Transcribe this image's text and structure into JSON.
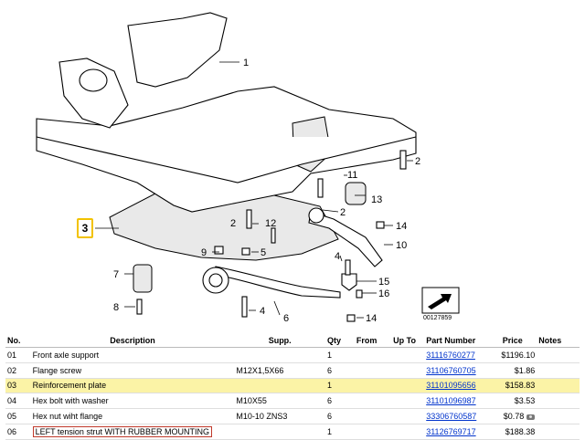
{
  "diagram": {
    "callouts": [
      "1",
      "2",
      "2",
      "2",
      "3",
      "4",
      "4",
      "5",
      "6",
      "7",
      "8",
      "9",
      "10",
      "11",
      "12",
      "13",
      "14",
      "14",
      "15",
      "16"
    ],
    "reference_number": "00127859"
  },
  "table": {
    "headers": {
      "no": "No.",
      "description": "Description",
      "supp": "Supp.",
      "qty": "Qty",
      "from": "From",
      "upto": "Up To",
      "part_number": "Part Number",
      "price": "Price",
      "notes": "Notes"
    },
    "rows": [
      {
        "no": "01",
        "description": "Front axle support",
        "supp": "",
        "qty": "1",
        "part_number": "31116760277",
        "price": "$1196.10",
        "highlight": false
      },
      {
        "no": "02",
        "description": "Flange screw",
        "supp": "M12X1,5X66",
        "qty": "6",
        "part_number": "31106760705",
        "price": "$1.86",
        "highlight": false
      },
      {
        "no": "03",
        "description": "Reinforcement plate",
        "supp": "",
        "qty": "1",
        "part_number": "31101095656",
        "price": "$158.83",
        "highlight": true
      },
      {
        "no": "04",
        "description": "Hex bolt with washer",
        "supp": "M10X55",
        "qty": "6",
        "part_number": "31101096987",
        "price": "$3.53",
        "highlight": false
      },
      {
        "no": "05",
        "description": "Hex nut wiht flange",
        "supp": "M10-10 ZNS3",
        "qty": "6",
        "part_number": "33306760587",
        "price": "$0.78",
        "highlight": false
      },
      {
        "no": "06",
        "description": "LEFT tension strut WITH RUBBER MOUNTING",
        "supp": "",
        "qty": "1",
        "part_number": "31126769717",
        "price": "$188.38",
        "highlight": false
      }
    ]
  },
  "colors": {
    "highlight": "#fbf3a6",
    "link": "#0033cc",
    "callout_box": "#f2c200"
  }
}
